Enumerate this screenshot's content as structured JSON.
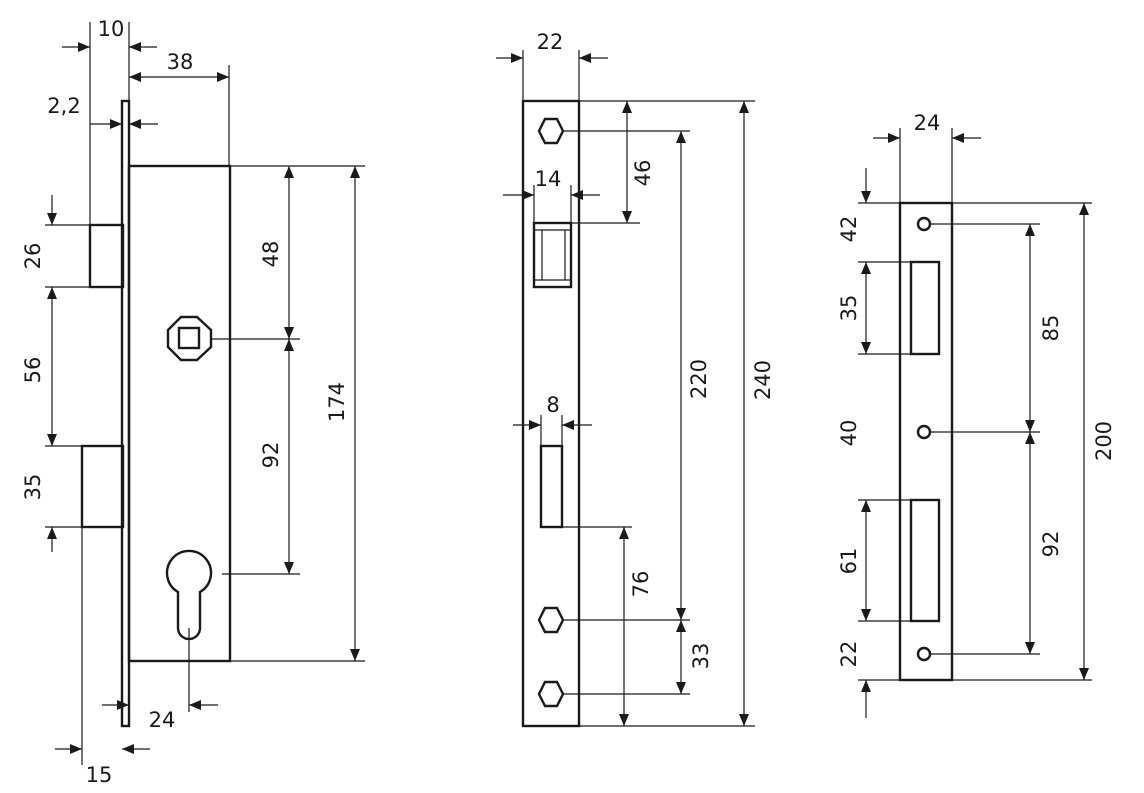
{
  "colors": {
    "line": "#1a1a1a",
    "background": "#ffffff"
  },
  "lock_body": {
    "width_10": "10",
    "backset_38": "38",
    "faceplate_2_2": "2,2",
    "latch_26": "26",
    "gap_56": "56",
    "bolt_35": "35",
    "spindle_48": "48",
    "centre_92": "92",
    "body_174": "174",
    "cylinder_24": "24",
    "depth_15": "15"
  },
  "faceplate": {
    "width_22": "22",
    "latch_14": "14",
    "bolt_8": "8",
    "top_46": "46",
    "screws_220": "220",
    "length_240": "240",
    "bottom_76": "76",
    "bottom_33": "33"
  },
  "strike_plate": {
    "width_24": "24",
    "top_42": "42",
    "latch_35": "35",
    "middle_40": "40",
    "bolt_61": "61",
    "bottom_22": "22",
    "upper_85": "85",
    "lower_92": "92",
    "length_200": "200"
  }
}
